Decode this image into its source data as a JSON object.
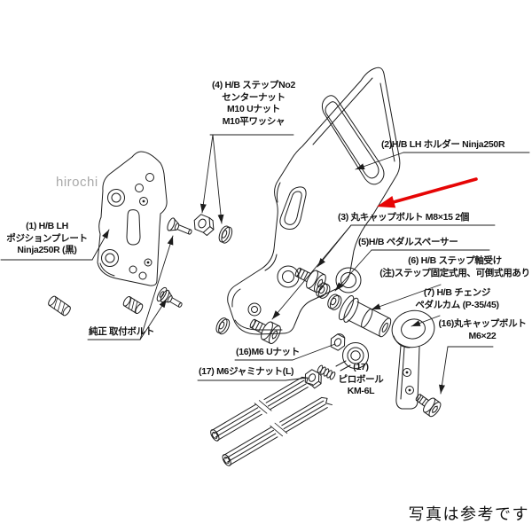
{
  "watermark": "hirochi",
  "footer_note": "写真は参考です",
  "annotation": {
    "red_arrow_color": "#e60505"
  },
  "labels": {
    "part4": {
      "lines": [
        "(4) H/B ステップNo2",
        "センターナット",
        "M10 Uナット",
        "M10平ワッシャ"
      ]
    },
    "part2": {
      "text": "(2)H/B LH ホルダー Ninja250R"
    },
    "part3": {
      "text": "(3) 丸キャップボルト M8×15 2個"
    },
    "part5": {
      "text": "(5)H/B ペダルスペーサー"
    },
    "part6": {
      "lines": [
        "(6) H/B ステップ軸受け",
        "(注)ステップ固定式用、可倒式用あり"
      ]
    },
    "part7": {
      "lines": [
        "(7) H/B チェンジ",
        "ペダルカム (P-35/45)"
      ]
    },
    "part16_bolt": {
      "lines": [
        "(16)丸キャップボルト",
        "M6×22"
      ]
    },
    "part1": {
      "lines": [
        "(1) H/B LH",
        "ポジションプレート",
        "Ninja250R (黒)"
      ]
    },
    "stock_bolt": {
      "text": "純正 取付ボルト"
    },
    "part16_nut": {
      "text": "(16)M6 Uナット"
    },
    "part17_jam_nut": {
      "text": "(17) M6ジャミナット(L)"
    },
    "part17_rod_end": {
      "lines": [
        "(17)",
        "ピロボール",
        "KM-6L"
      ]
    }
  }
}
